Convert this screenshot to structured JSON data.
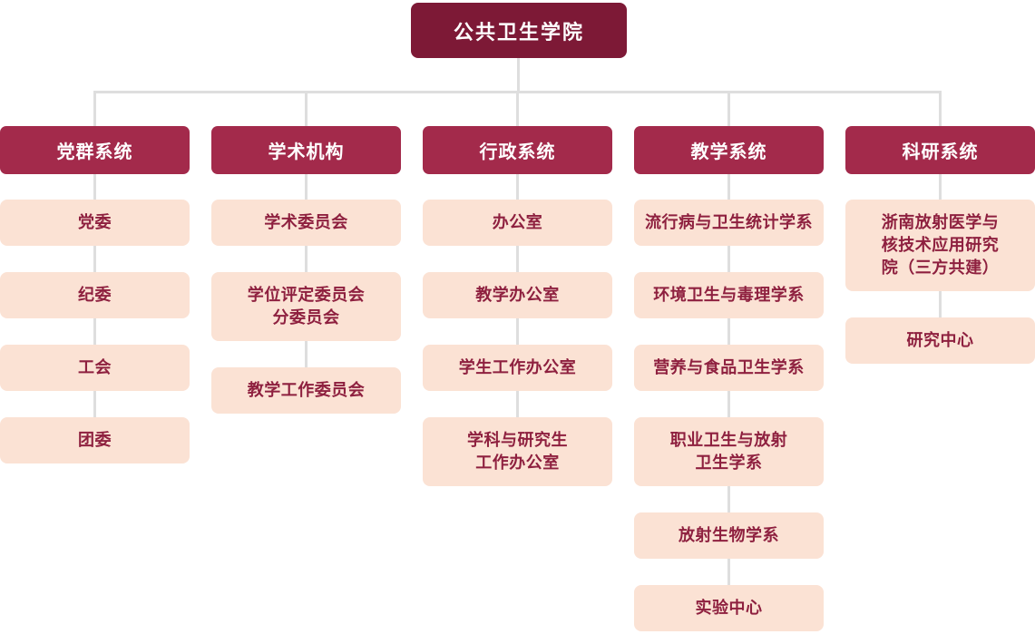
{
  "root": {
    "label": "公共卫生学院"
  },
  "colors": {
    "root_bg": "#7D1936",
    "header_bg": "#A32A4B",
    "item_bg": "#FBE2D4",
    "item_text": "#8E203F",
    "line": "#DEDEDE",
    "header_text": "#FFFFFF"
  },
  "columns": [
    {
      "header": "党群系统",
      "items": [
        "党委",
        "纪委",
        "工会",
        "团委"
      ]
    },
    {
      "header": "学术机构",
      "items": [
        "学术委员会",
        "学位评定委员会\n分委员会",
        "教学工作委员会"
      ]
    },
    {
      "header": "行政系统",
      "items": [
        "办公室",
        "教学办公室",
        "学生工作办公室",
        "学科与研究生\n工作办公室"
      ]
    },
    {
      "header": "教学系统",
      "items": [
        "流行病与卫生统计学系",
        "环境卫生与毒理学系",
        "营养与食品卫生学系",
        "职业卫生与放射\n卫生学系",
        "放射生物学系",
        "实验中心"
      ]
    },
    {
      "header": "科研系统",
      "items": [
        "浙南放射医学与\n核技术应用研究\n院（三方共建）",
        "研究中心"
      ]
    }
  ]
}
